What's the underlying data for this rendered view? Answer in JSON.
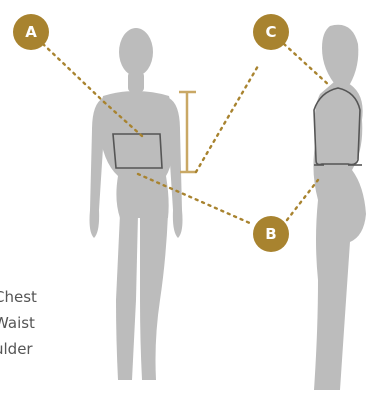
{
  "colors": {
    "accent": "#a8832f",
    "silhouette": "#bcbcbc",
    "measure_line": "#555555",
    "text": "#555555"
  },
  "markers": [
    {
      "id": "A",
      "label": "A"
    },
    {
      "id": "B",
      "label": "B"
    },
    {
      "id": "C",
      "label": "C"
    }
  ],
  "legend": [
    {
      "text": "Chest"
    },
    {
      "text": "Waist"
    },
    {
      "text": "ulder"
    }
  ]
}
